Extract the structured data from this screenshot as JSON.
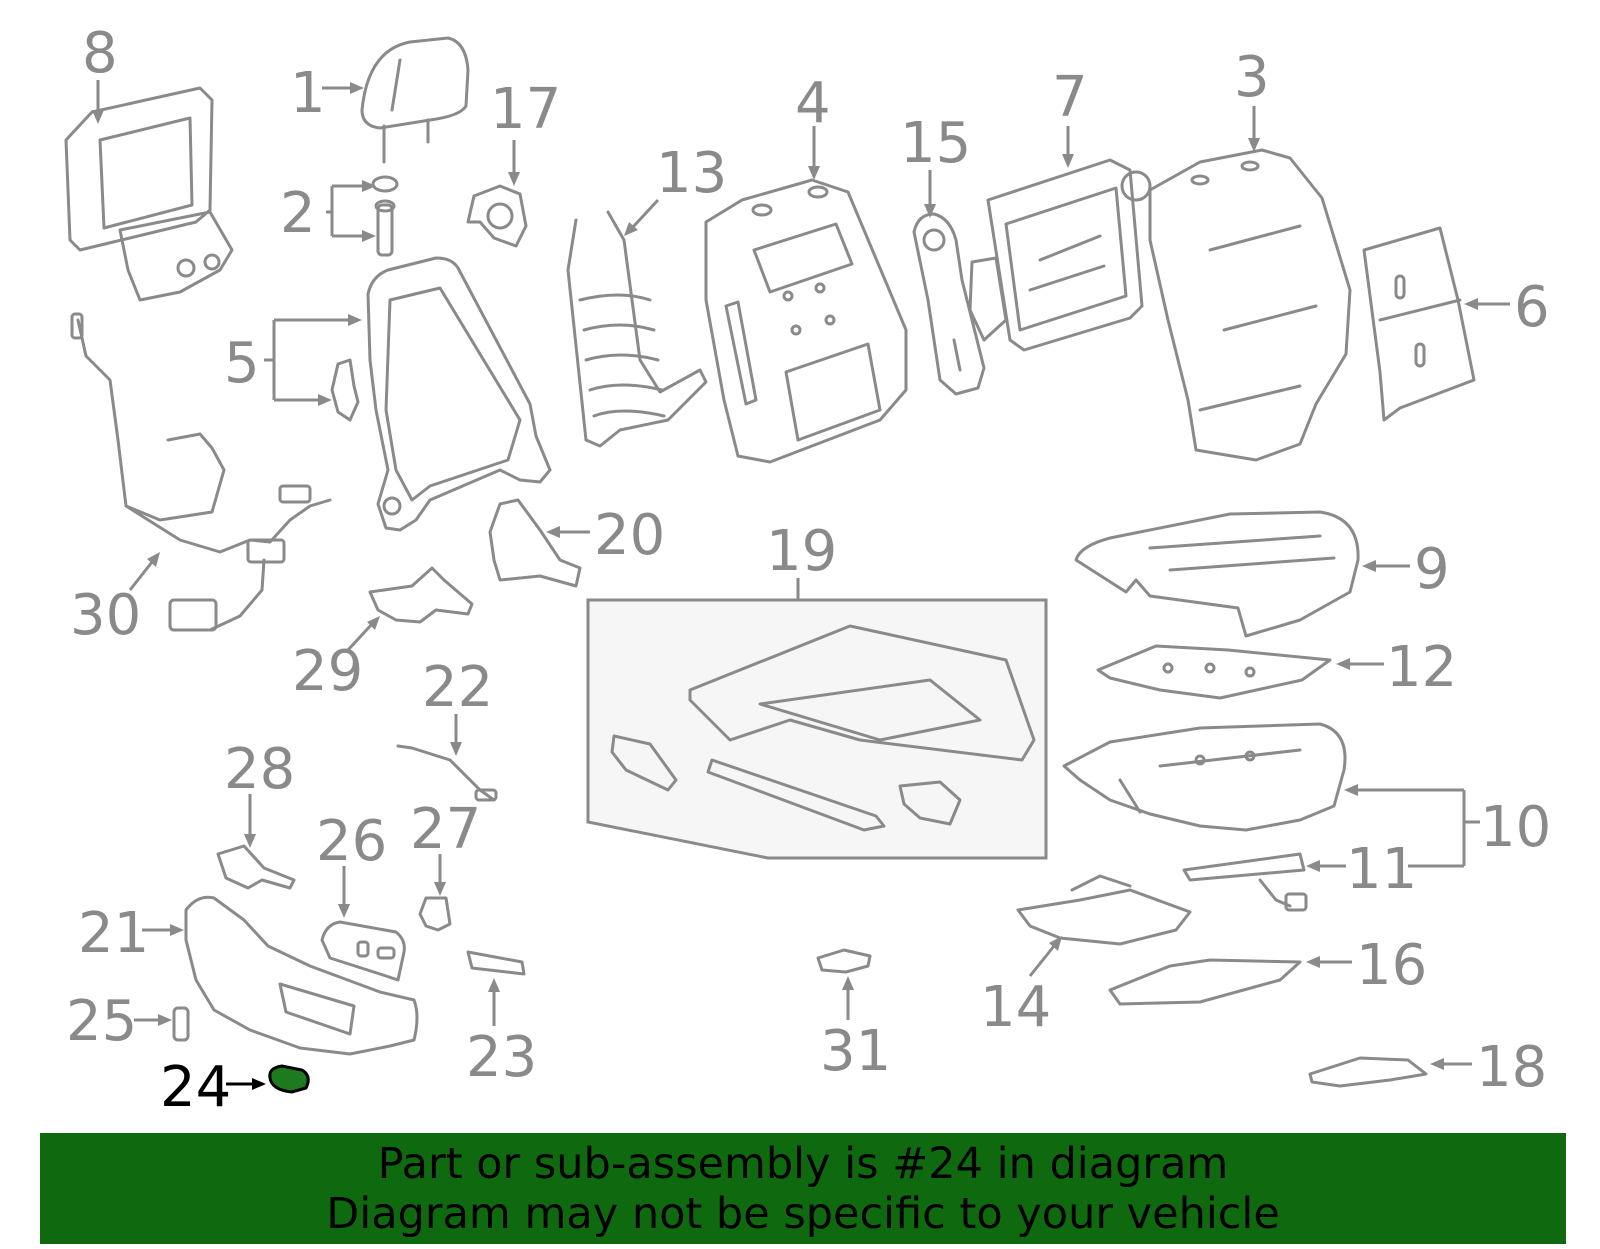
{
  "colors": {
    "line": "#8a8a8a",
    "highlight_part": "#1e7a1e",
    "highlight_text": "#000000",
    "banner_bg": "#0f6a0f",
    "banner_text": "#000000",
    "subassembly_box_fill": "#f6f6f6"
  },
  "highlighted_callout": "24",
  "callouts": [
    {
      "id": "1",
      "label": "1"
    },
    {
      "id": "2",
      "label": "2"
    },
    {
      "id": "3",
      "label": "3"
    },
    {
      "id": "4",
      "label": "4"
    },
    {
      "id": "5",
      "label": "5"
    },
    {
      "id": "6",
      "label": "6"
    },
    {
      "id": "7",
      "label": "7"
    },
    {
      "id": "8",
      "label": "8"
    },
    {
      "id": "9",
      "label": "9"
    },
    {
      "id": "10",
      "label": "10"
    },
    {
      "id": "11",
      "label": "11"
    },
    {
      "id": "12",
      "label": "12"
    },
    {
      "id": "13",
      "label": "13"
    },
    {
      "id": "14",
      "label": "14"
    },
    {
      "id": "15",
      "label": "15"
    },
    {
      "id": "16",
      "label": "16"
    },
    {
      "id": "17",
      "label": "17"
    },
    {
      "id": "18",
      "label": "18"
    },
    {
      "id": "19",
      "label": "19"
    },
    {
      "id": "20",
      "label": "20"
    },
    {
      "id": "21",
      "label": "21"
    },
    {
      "id": "22",
      "label": "22"
    },
    {
      "id": "23",
      "label": "23"
    },
    {
      "id": "24",
      "label": "24"
    },
    {
      "id": "25",
      "label": "25"
    },
    {
      "id": "26",
      "label": "26"
    },
    {
      "id": "27",
      "label": "27"
    },
    {
      "id": "28",
      "label": "28"
    },
    {
      "id": "29",
      "label": "29"
    },
    {
      "id": "30",
      "label": "30"
    },
    {
      "id": "31",
      "label": "31"
    }
  ],
  "banner": {
    "line1": "Part or sub-assembly is #24 in diagram",
    "line2": "Diagram may not be specific to your vehicle"
  }
}
